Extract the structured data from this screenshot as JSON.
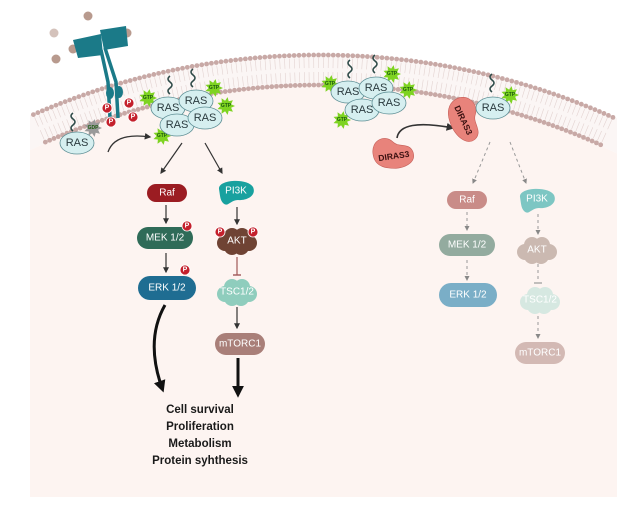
{
  "colors": {
    "cytoplasm": "#fdf4f1",
    "lipid_head": "#c8a9a6",
    "receptor": "#1b7a88",
    "ligand": "#b89a8e",
    "phospho": "#c4202c",
    "ras": "#d6eff0",
    "gtp": "#7ed321",
    "gdp": "#9a9a9a",
    "diras3": "#e8837b",
    "raf": "#9b1c22",
    "pi3k": "#18a19f",
    "mek": "#2f6b58",
    "erk": "#1f6d92",
    "akt": "#6f4334",
    "tsc": "#8fcdbd",
    "mtorc1": "#a97f79",
    "raf_faded": "#c98c88",
    "pi3k_faded": "#7dc6c3",
    "mek_faded": "#93ab9f",
    "erk_faded": "#7aaec7",
    "akt_faded": "#cbb9b1",
    "tsc_faded": "#d6e8e1",
    "mtorc1_faded": "#d3b9b4"
  },
  "labels": {
    "ras": "RAS",
    "gtp": "GTP",
    "gdp": "GDP",
    "p": "P",
    "diras3": "DIRAS3",
    "raf": "Raf",
    "pi3k": "PI3K",
    "mek": "MEK 1/2",
    "erk": "ERK 1/2",
    "akt": "AKT",
    "tsc": "TSC1/2",
    "mtorc1": "mTORC1"
  },
  "outcomes": [
    "Cell survival",
    "Proliferation",
    "Metabolism",
    "Protein syhthesis"
  ]
}
